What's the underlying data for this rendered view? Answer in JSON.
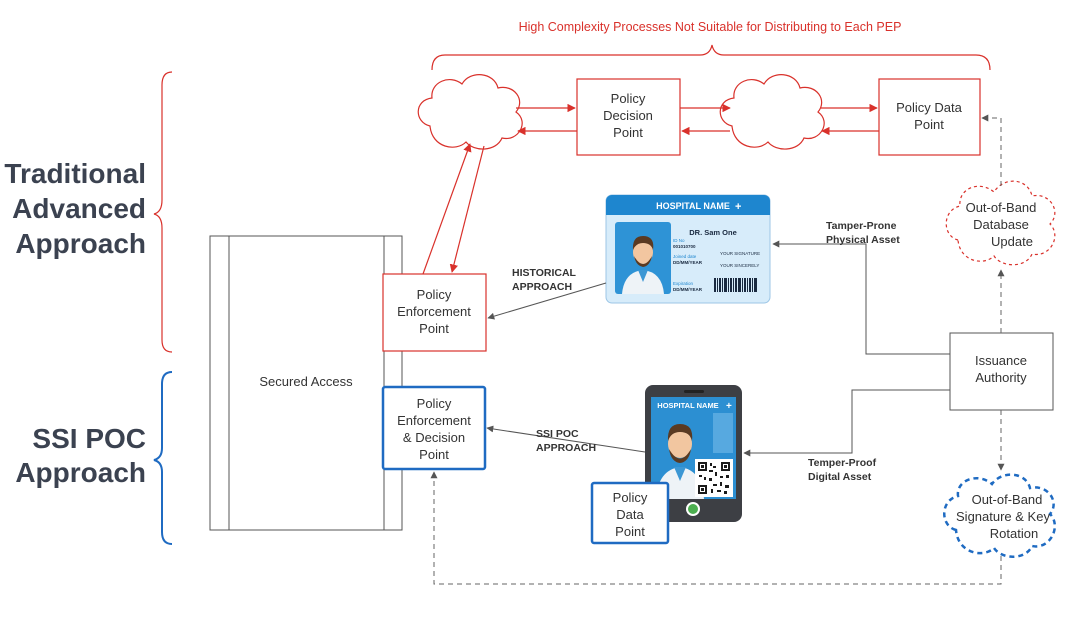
{
  "top_note": "High Complexity Processes Not Suitable for Distributing to Each PEP",
  "approaches": {
    "traditional": [
      "Traditional",
      "Advanced",
      "Approach"
    ],
    "ssi": [
      "SSI POC",
      "Approach"
    ]
  },
  "boxes": {
    "secured_access": "Secured Access",
    "pdp": [
      "Policy",
      "Decision",
      "Point"
    ],
    "policy_data_top": [
      "Policy Data",
      "Point"
    ],
    "pep": [
      "Policy",
      "Enforcement",
      "Point"
    ],
    "pe_dp": [
      "Policy",
      "Enforcement",
      "& Decision",
      "Point"
    ],
    "policy_data_ssi": [
      "Policy",
      "Data",
      "Point"
    ],
    "issuance": [
      "Issuance",
      "Authority"
    ]
  },
  "clouds": {
    "db_update": [
      "Out-of-Band",
      "Database",
      "Update"
    ],
    "key_rotation": [
      "Out-of-Band",
      "Signature & Key",
      "Rotation"
    ]
  },
  "arrow_labels": {
    "historical": [
      "HISTORICAL",
      "APPROACH"
    ],
    "ssi_poc": [
      "SSI POC",
      "APPROACH"
    ],
    "tamper_prone": [
      "Tamper-Prone",
      "Physical Asset"
    ],
    "tamper_proof": [
      "Temper-Proof",
      "Digital Asset"
    ]
  },
  "id_card": {
    "hospital_name": "HOSPITAL NAME",
    "doctor_name": "DR. Sam One",
    "id_label": "ID No",
    "id_number": "001010700",
    "joined_label": "Joined date",
    "joined_value": "DD/MM/YEAR",
    "expiration_label": "Expiration",
    "expiration_value": "DD/MM/YEAR",
    "signature": "YOUR SIGNATURE",
    "sincerely": "YOUR SINCERELY"
  },
  "phone": {
    "hospital_name": "HOSPITAL NAME"
  },
  "colors": {
    "red": "#d9312b",
    "blue": "#1f6bc2",
    "dark": "#3b4250",
    "gray": "#555555"
  }
}
